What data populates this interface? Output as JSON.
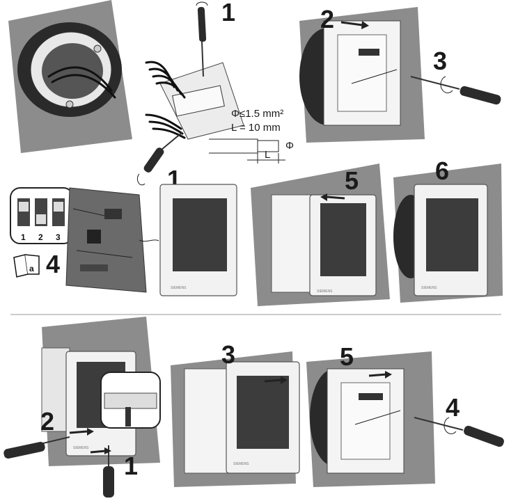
{
  "steps": {
    "a1_top": "1",
    "a1_bottom": "1",
    "a2": "2",
    "a3": "3",
    "a4": "4",
    "a5": "5",
    "a6": "6",
    "b1": "1",
    "b2": "2",
    "b3": "3",
    "b4": "4",
    "b5": "5"
  },
  "wire_spec": {
    "diameter": "Φ≤1.5 mm²",
    "length": "L = 10 mm",
    "phi_label": "Φ",
    "l_label": "L"
  },
  "dip_switch_labels": [
    "1",
    "2",
    "3"
  ],
  "manual_icon_letter": "a",
  "brand": "SIEMENS",
  "colors": {
    "wall": "#8c8c8c",
    "frame": "#f2f2f2",
    "screen": "#3c3c3c",
    "tool": "#2b2b2b"
  }
}
